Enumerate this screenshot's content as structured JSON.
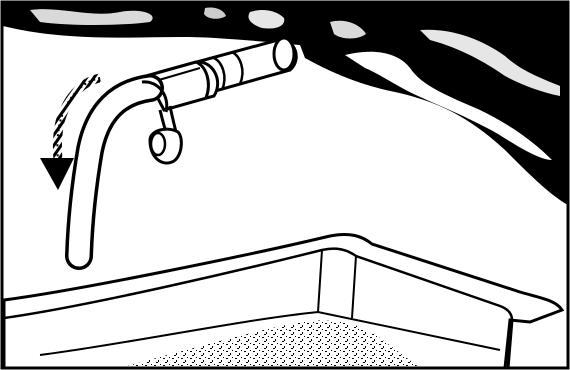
{
  "figure": {
    "subject": "drain-hose-lowered-into-tray",
    "palette": {
      "ink": "#000000",
      "paper": "#ffffff"
    },
    "parts": [
      {
        "name": "appliance-body",
        "icon": "appliance-body-shape"
      },
      {
        "name": "hose-coupling",
        "icon": "coupling-shape"
      },
      {
        "name": "drain-hose",
        "icon": "hose-shape"
      },
      {
        "name": "hose-cap",
        "icon": "cap-shape"
      },
      {
        "name": "motion-arrow",
        "icon": "curved-arrow-icon"
      },
      {
        "name": "drain-tray",
        "icon": "tray-shape"
      },
      {
        "name": "drained-water",
        "icon": "speckle-fill"
      }
    ]
  }
}
